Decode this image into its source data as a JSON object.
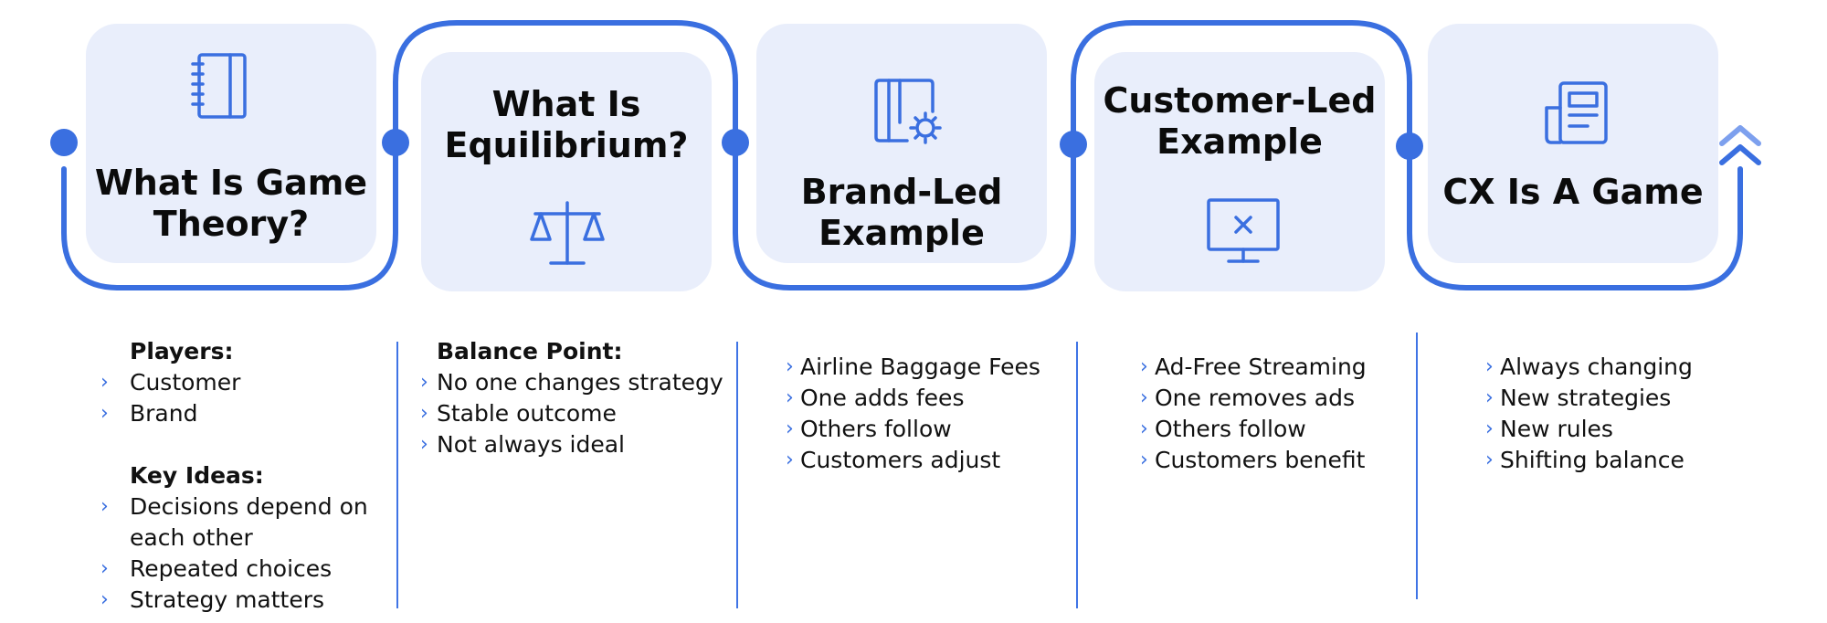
{
  "colors": {
    "accent": "#3a6fe0",
    "card": "#e9eefb",
    "text": "#111111"
  },
  "steps": [
    {
      "title_lines": [
        "What Is Game",
        "Theory?"
      ],
      "icon": "notebook-icon"
    },
    {
      "title_lines": [
        "What Is",
        "Equilibrium?"
      ],
      "icon": "scale-icon"
    },
    {
      "title_lines": [
        "Brand-Led",
        "Example"
      ],
      "icon": "browser-settings-icon"
    },
    {
      "title_lines": [
        "Customer-Led",
        "Example"
      ],
      "icon": "monitor-close-icon"
    },
    {
      "title_lines": [
        "CX Is A Game"
      ],
      "icon": "newspaper-icon"
    }
  ],
  "end_icon": "double-chevron-up-icon",
  "columns": [
    {
      "groups": [
        {
          "heading": "Players:",
          "items": [
            "Customer",
            "Brand"
          ]
        },
        {
          "heading": "Key Ideas:",
          "items": [
            [
              "Decisions depend on",
              "each other"
            ],
            "Repeated choices",
            "Strategy matters"
          ]
        }
      ]
    },
    {
      "groups": [
        {
          "heading": "Balance Point:",
          "items": [
            "No one changes strategy",
            "Stable outcome",
            "Not always ideal"
          ]
        }
      ]
    },
    {
      "groups": [
        {
          "heading": "",
          "items": [
            "Airline Baggage Fees",
            "One adds fees",
            "Others follow",
            "Customers adjust"
          ]
        }
      ]
    },
    {
      "groups": [
        {
          "heading": "",
          "items": [
            "Ad-Free Streaming",
            "One removes ads",
            "Others follow",
            "Customers benefit"
          ]
        }
      ]
    },
    {
      "groups": [
        {
          "heading": "",
          "items": [
            "Always changing",
            "New strategies",
            "New rules",
            "Shifting balance"
          ]
        }
      ]
    }
  ]
}
